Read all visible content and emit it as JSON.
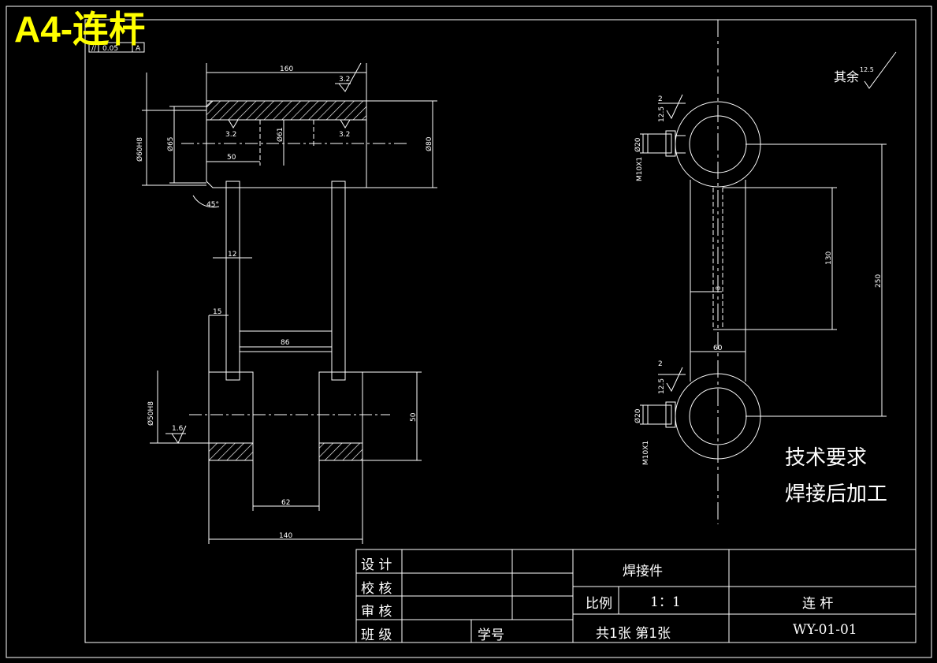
{
  "corner_title": "A4-连杆",
  "tolerance_frame": {
    "symbol": "//",
    "value": "0.05",
    "datum": "A"
  },
  "front_view": {
    "dims": {
      "top_length": "160",
      "surface_top": "3.2",
      "surface_left": "3.2",
      "surface_right": "3.2",
      "bore_fit": "Ø60H8",
      "d65": "Ø65",
      "d61": "Ø61",
      "d80": "Ø80",
      "offset_50": "50",
      "chamfer": "45°",
      "web_thickness": "12",
      "lower_15": "15",
      "center_86": "86",
      "lower_bore_fit": "Ø50H8",
      "surface_lower": "1.6",
      "lower_height": "50",
      "lower_62": "62",
      "lower_140": "140"
    }
  },
  "side_view": {
    "dims": {
      "surface_other": "其余",
      "surface_other_value": "12.5",
      "top_2": "2",
      "top_rough": "12.5",
      "top_d20": "Ø20",
      "top_thread": "M10X1",
      "length_130": "130",
      "length_250": "250",
      "shank_8": "8",
      "width_60": "60",
      "bot_2": "2",
      "bot_rough": "12.5",
      "bot_d20": "Ø20",
      "bot_thread": "M10X1"
    }
  },
  "tech_requirements": {
    "title": "技术要求",
    "line1": "焊接后加工"
  },
  "title_block": {
    "design": "设 计",
    "check": "校 核",
    "review": "审 核",
    "class": "班 级",
    "student_id": "学号",
    "part_type": "焊接件",
    "scale_label": "比例",
    "scale_value": "1：1",
    "sheets": "共1张  第1张",
    "part_name": "连  杆",
    "drawing_no": "WY-01-01"
  },
  "colors": {
    "background": "#000000",
    "line": "#ffffff",
    "title": "#ffff00"
  }
}
